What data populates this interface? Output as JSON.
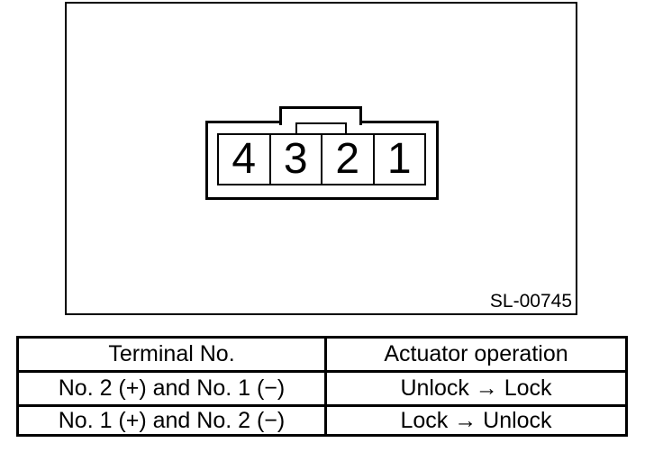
{
  "figure": {
    "id_label": "SL-00745",
    "connector": {
      "terminals": [
        "4",
        "3",
        "2",
        "1"
      ]
    }
  },
  "table": {
    "headers": [
      "Terminal No.",
      "Actuator operation"
    ],
    "rows": [
      [
        "No. 2 (+) and No. 1 (−)",
        "Unlock → Lock"
      ],
      [
        "No. 1 (+) and No. 2 (−)",
        "Lock → Unlock"
      ]
    ]
  },
  "colors": {
    "line": "#000000",
    "background": "#ffffff"
  }
}
